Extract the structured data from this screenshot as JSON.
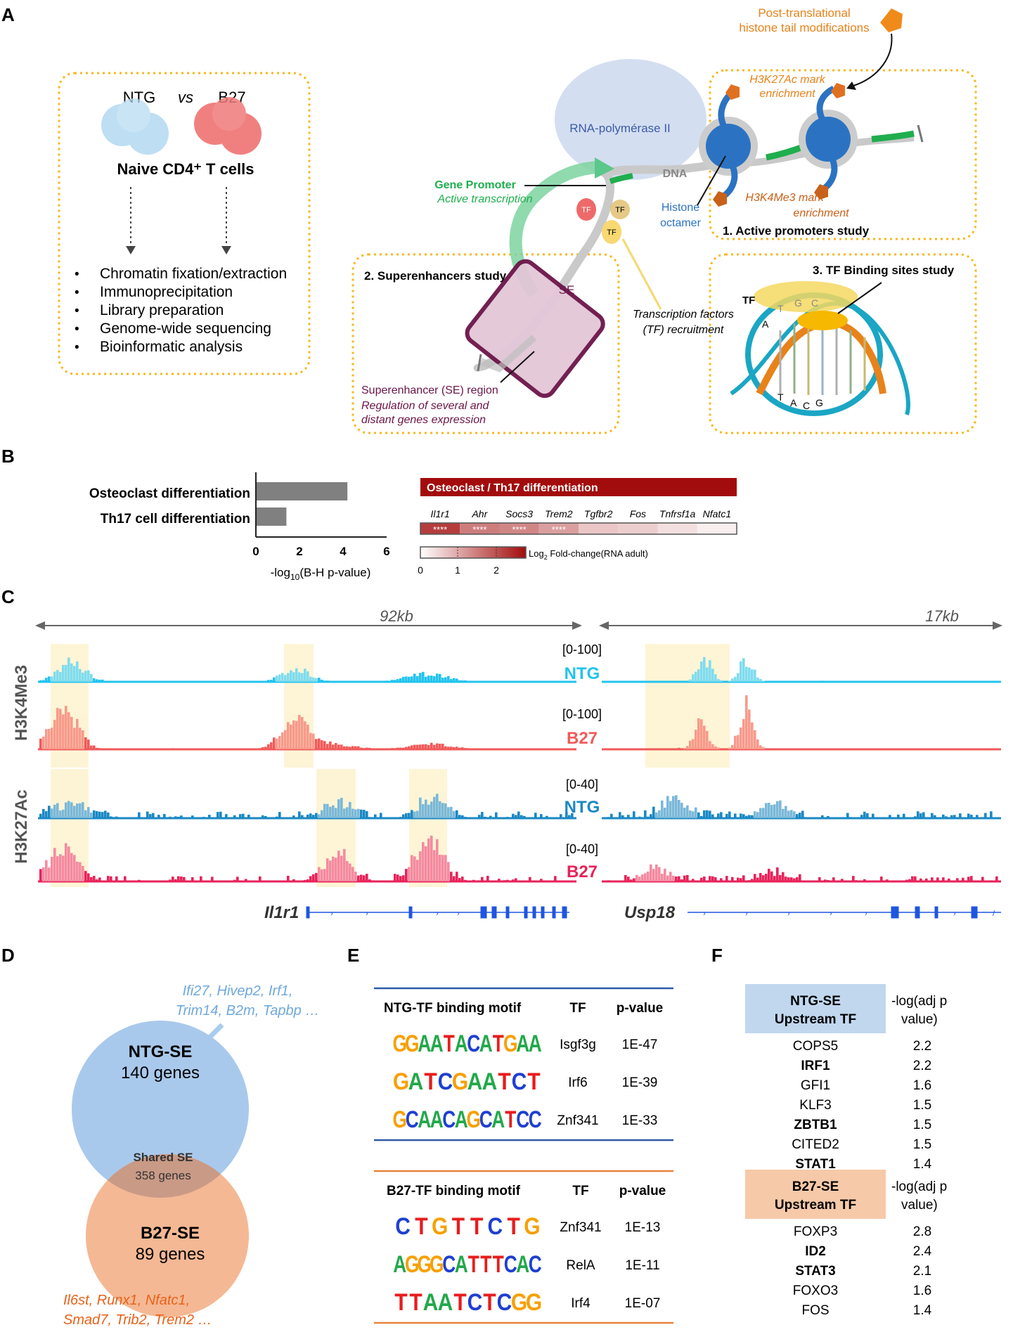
{
  "panels": {
    "A": "A",
    "B": "B",
    "C": "C",
    "D": "D",
    "E": "E",
    "F": "F"
  },
  "panelA": {
    "ntg": "NTG",
    "vs": "vs",
    "b27": "B27",
    "cells": "Naive CD4⁺ T cells",
    "steps": [
      "Chromatin fixation/extraction",
      "Immunoprecipitation",
      "Library preparation",
      "Genome-wide sequencing",
      "Bioinformatic analysis"
    ],
    "bullet": "•",
    "ptm_line1": "Post-translational",
    "ptm_line2": "histone tail modifications",
    "h3k27_line1": "H3K27Ac mark",
    "h3k27_line2": "enrichment",
    "polymerase": "RNA-polymérase II",
    "dna": "DNA",
    "promoter_title": "Gene Promoter",
    "promoter_sub": "Active transcription",
    "tf": "TF",
    "histone_line1": "Histone",
    "histone_line2": "octamer",
    "h3k4_line1": "H3K4Me3 mark",
    "h3k4_line2": "enrichment",
    "study1": "1. Active promoters study",
    "study2": "2. Superenhancers  study",
    "se": "SE",
    "tf_recruit_line1": "Transcription factors",
    "tf_recruit_line2": "(TF) recruitment",
    "se_region": "Superenhancer  (SE) region",
    "se_reg1": "Regulation of several and",
    "se_reg2": "distant genes expression",
    "study3": "3. TF Binding sites study",
    "bases_top": [
      "T",
      "G",
      "C"
    ],
    "base_a": "A",
    "bases_bottom": [
      "T",
      "A",
      "C",
      "G"
    ]
  },
  "panelB": {
    "categories": [
      "Osteoclast differentiation",
      "Th17 cell differentiation"
    ],
    "xticks": [
      "0",
      "2",
      "4",
      "6"
    ],
    "xlabel": "-log",
    "xlabel_sub": "10",
    "xlabel_tail": "(B-H p-value)",
    "heat_title": "Osteoclast  / Th17 differentiation",
    "genes": [
      "Il1r1",
      "Ahr",
      "Socs3",
      "Trem2",
      "Tgfbr2",
      "Fos",
      "Tnfrsf1a",
      "Nfatc1"
    ],
    "stars": [
      "****",
      "****",
      "****",
      "****",
      "",
      "",
      "",
      ""
    ],
    "scale_ticks": [
      "0",
      "1",
      "2"
    ],
    "scale_label": "Log",
    "scale_label_sub": "2",
    "scale_label_tail": " Fold-change(RNA adult)"
  },
  "panelC": {
    "left_span": "92kb",
    "right_span": "17kb",
    "mark1": "H3K4Me3",
    "mark2": "H3K27Ac",
    "tracks": [
      {
        "range": "[0-100]",
        "label": "NTG",
        "color": "#22c3ee"
      },
      {
        "range": "[0-100]",
        "label": "B27",
        "color": "#f05a5a"
      },
      {
        "range": "[0-40]",
        "label": "NTG",
        "color": "#1a88c4"
      },
      {
        "range": "[0-40]",
        "label": "B27",
        "color": "#e8225a"
      }
    ],
    "gene_left": "Il1r1",
    "gene_right": "Usp18"
  },
  "panelD": {
    "ntg_genes_line1": "Ifi27, Hivep2, Irf1,",
    "ntg_genes_line2": "Trim14, B2m, Tapbp …",
    "ntg_title": "NTG-SE",
    "ntg_count": "140 genes",
    "shared_title": "Shared SE",
    "shared_count": "358 genes",
    "b27_title": "B27-SE",
    "b27_count": "89 genes",
    "b27_genes_line1": "Il6st, Runx1, Nfatc1,",
    "b27_genes_line2": "Smad7, Trib2, Trem2 …"
  },
  "panelE": {
    "ntg_header": [
      "NTG-TF binding motif",
      "TF",
      "p-value"
    ],
    "ntg_rows": [
      {
        "motif": "GGAATACATGAA",
        "tf": "Isgf3g",
        "p": "1E-47"
      },
      {
        "motif": "GATCGAATCT",
        "tf": "Irf6",
        "p": "1E-39"
      },
      {
        "motif": "GCAACAGCATCC",
        "tf": "Znf341",
        "p": "1E-33"
      }
    ],
    "b27_header": [
      "B27-TF binding motif",
      "TF",
      "p-value"
    ],
    "b27_rows": [
      {
        "motif": "CTGTTCTG",
        "tf": "Znf341",
        "p": "1E-13"
      },
      {
        "motif": "AGGGCATTTCAC",
        "tf": "RelA",
        "p": "1E-11"
      },
      {
        "motif": "TTAATCTCGG",
        "tf": "Irf4",
        "p": "1E-07"
      }
    ]
  },
  "panelF": {
    "ntg_header_line1": "NTG-SE",
    "ntg_header_line2": "Upstream TF",
    "col_line1": "-log(adj p",
    "col_line2": "value)",
    "ntg_rows": [
      {
        "tf": "COPS5",
        "v": "2.2",
        "bold": false
      },
      {
        "tf": "IRF1",
        "v": "2.2",
        "bold": true
      },
      {
        "tf": "GFI1",
        "v": "1.6",
        "bold": false
      },
      {
        "tf": "KLF3",
        "v": "1.5",
        "bold": false
      },
      {
        "tf": "ZBTB1",
        "v": "1.5",
        "bold": true
      },
      {
        "tf": "CITED2",
        "v": "1.5",
        "bold": false
      },
      {
        "tf": "STAT1",
        "v": "1.4",
        "bold": true
      }
    ],
    "b27_header_line1": "B27-SE",
    "b27_header_line2": "Upstream TF",
    "b27_rows": [
      {
        "tf": "FOXP3",
        "v": "2.8",
        "bold": false
      },
      {
        "tf": "ID2",
        "v": "2.4",
        "bold": true
      },
      {
        "tf": "STAT3",
        "v": "2.1",
        "bold": true
      },
      {
        "tf": "FOXO3",
        "v": "1.6",
        "bold": false
      },
      {
        "tf": "FOS",
        "v": "1.4",
        "bold": false
      }
    ]
  },
  "chart_data": {
    "type": "bar",
    "categories": [
      "Osteoclast differentiation",
      "Th17 cell differentiation"
    ],
    "values": [
      4.2,
      1.4
    ],
    "xlabel": "-log10(B-H p-value)",
    "xlim": [
      0,
      6
    ],
    "orientation": "horizontal",
    "color": "#808080",
    "heatmap": {
      "genes": [
        "Il1r1",
        "Ahr",
        "Socs3",
        "Trem2",
        "Tgfbr2",
        "Fos",
        "Tnfrsf1a",
        "Nfatc1"
      ],
      "log2fc": [
        2.4,
        1.6,
        1.5,
        1.2,
        0.7,
        0.6,
        0.4,
        0.2
      ],
      "range": [
        0,
        3
      ]
    }
  },
  "colors": {
    "orange": "#f0a020",
    "navy": "#1f3a8a",
    "ntg_blue": "#6fa8dc",
    "b27_red": "#e8525a",
    "dark_red": "#a30c0c",
    "green": "#22a84a",
    "purple": "#7a1a4e",
    "teal": "#1aa6c4"
  }
}
